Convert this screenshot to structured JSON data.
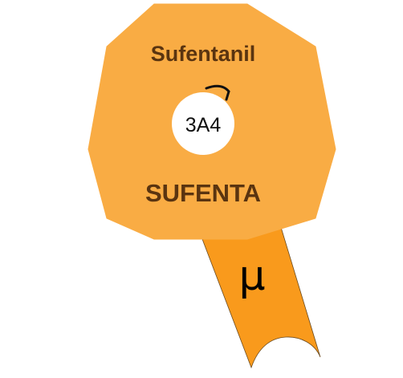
{
  "badge": {
    "generic_name": "Sufentanil",
    "brand_name": "SUFENTA",
    "enzyme": "3A4",
    "receptor": "μ",
    "colors": {
      "body_fill": "#F9AC44",
      "ribbon_fill": "#F99A1C",
      "text_brown": "#5A3410",
      "enzyme_circle": "#FFFFFF",
      "arrow": "#111111"
    }
  }
}
